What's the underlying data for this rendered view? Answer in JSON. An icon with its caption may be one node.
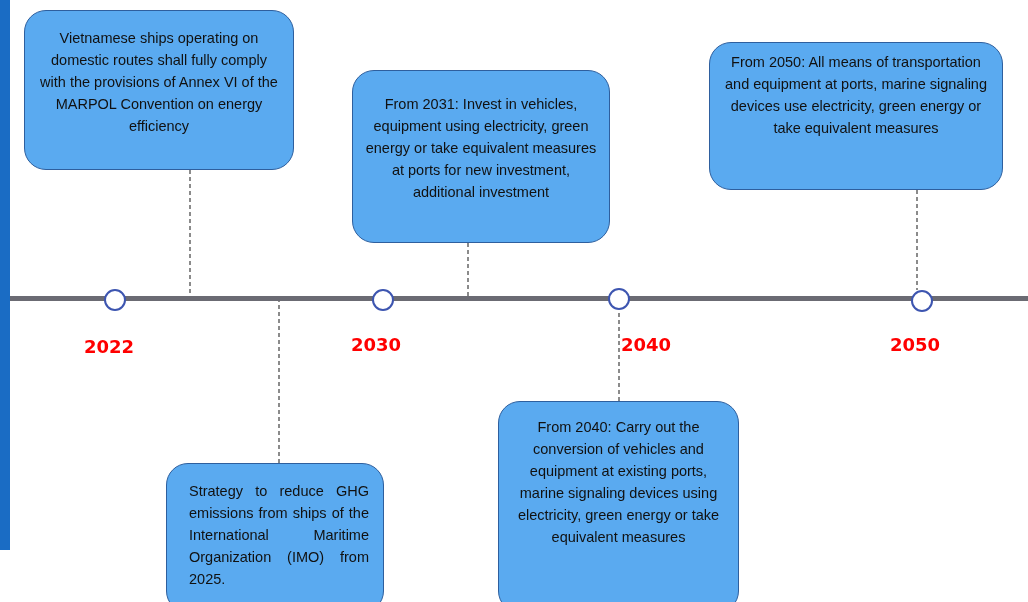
{
  "diagram": {
    "nodes": [
      {
        "text": [
          "Vietnamese ships operating on domestic routes shall fully comply with the provisions of Annex VI of the MARPOL Convention on energy efficiency"
        ]
      },
      {
        "text": [
          "From 2031: Invest in vehicles,  equipment using electricity, green energy or take equivalent measures at ports for new investment, additional investment"
        ]
      },
      {
        "text": [
          "From 2050: All means of transportation and equipment at ports, marine signaling devices use electricity, green energy or take equivalent measures"
        ]
      },
      {
        "text": [],
        "shape": "bar"
      },
      {
        "text": [],
        "shape": "circle",
        "beside": [
          "2022"
        ]
      },
      {
        "text": [],
        "shape": "circle",
        "beside": [
          "2030"
        ]
      },
      {
        "text": [],
        "shape": "circle",
        "beside": [
          "2040"
        ]
      },
      {
        "text": [],
        "shape": "circle",
        "beside": [
          "2050"
        ]
      },
      {
        "text": [
          "Strategy to reduce GHG emissions from ships of the International Maritime Organization (IMO) from 2025."
        ]
      },
      {
        "text": [
          "From 2040: Carry out the conversion of vehicles and equipment at existing ports, marine signaling devices using electricity, green energy or take equivalent measures"
        ]
      }
    ],
    "edges": [
      {
        "from": 0,
        "to": 3,
        "arrow": "none",
        "style": "dashed"
      },
      {
        "from": 1,
        "to": 3,
        "arrow": "none",
        "style": "dashed"
      },
      {
        "from": 2,
        "to": 7,
        "arrow": "none",
        "style": "dashed"
      },
      {
        "from": 8,
        "to": 3,
        "arrow": "none",
        "style": "dashed"
      },
      {
        "from": 9,
        "to": 6,
        "arrow": "none",
        "style": "dashed"
      }
    ]
  }
}
